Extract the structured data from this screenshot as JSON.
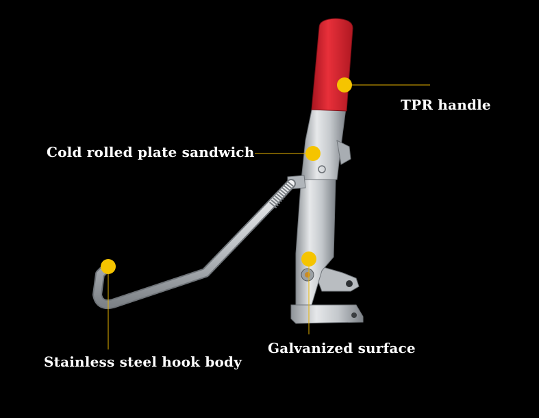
{
  "labels": {
    "tpr_handle": "TPR handle",
    "cold_rolled": "Cold rolled plate sandwich",
    "galvanized": "Galvanized surface",
    "hook_body": "Stainless steel hook body"
  },
  "colors": {
    "background": "#000000",
    "marker": "#f5c400",
    "leader_line": "#e8b400",
    "handle_red": "#d91e2a",
    "steel": "#c9ccd0"
  }
}
